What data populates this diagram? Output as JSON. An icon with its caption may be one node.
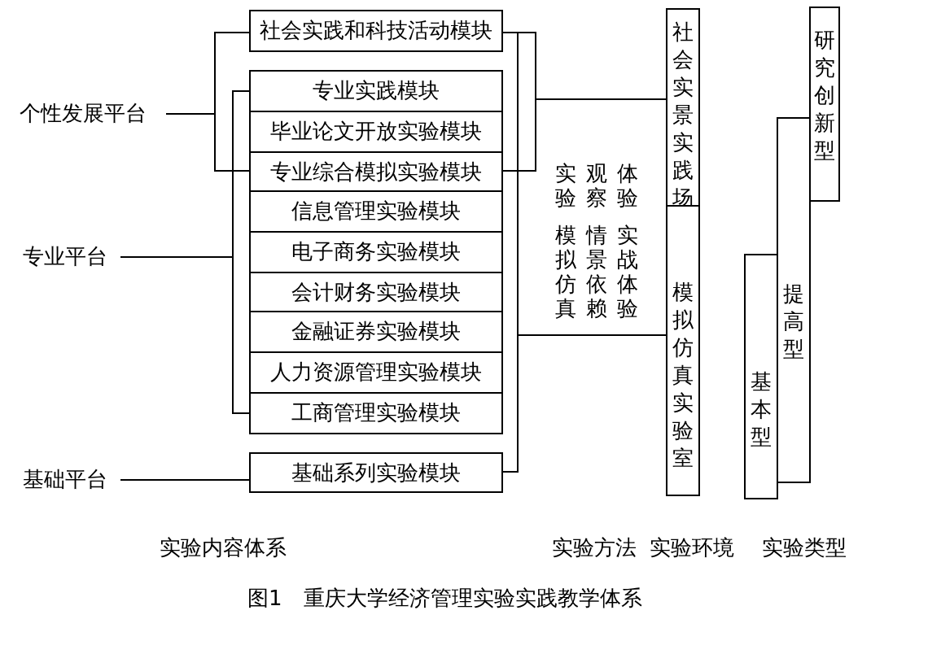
{
  "diagram": {
    "caption": "图1　重庆大学经济管理实验实践教学体系",
    "nodes": [
      {
        "text": [
          "个性发展平台"
        ]
      },
      {
        "text": [
          "专业平台"
        ]
      },
      {
        "text": [
          "基础平台"
        ]
      },
      {
        "text": [
          "社会实践和科技活动模块"
        ]
      },
      {
        "text": [],
        "shape": "box"
      },
      {
        "text": [
          "专业实践模块"
        ],
        "in": 4
      },
      {
        "text": [
          "毕业论文开放实验模块"
        ],
        "in": 4
      },
      {
        "text": [
          "专业综合模拟实验模块"
        ],
        "in": 4
      },
      {
        "text": [
          "信息管理实验模块"
        ],
        "in": 4
      },
      {
        "text": [
          "电子商务实验模块"
        ],
        "in": 4
      },
      {
        "text": [
          "会计财务实验模块"
        ],
        "in": 4
      },
      {
        "text": [
          "金融证券实验模块"
        ],
        "in": 4
      },
      {
        "text": [
          "人力资源管理实验模块"
        ],
        "in": 4
      },
      {
        "text": [
          "工商管理实验模块"
        ],
        "in": 4
      },
      {
        "text": [
          "基础系列实验模块"
        ]
      },
      {
        "text": [
          "社会实景实践场"
        ]
      },
      {
        "text": [
          "模拟仿真实验室"
        ]
      },
      {
        "text": [
          "研究创新型"
        ]
      },
      {
        "text": [
          "提高型"
        ]
      },
      {
        "text": [
          "基本型"
        ]
      }
    ],
    "edges": [
      {
        "from": 0,
        "to": 3,
        "arrow": "none"
      },
      {
        "from": 0,
        "to": 7,
        "arrow": "none"
      },
      {
        "from": 1,
        "to": 5,
        "arrow": "none"
      },
      {
        "from": 1,
        "to": 13,
        "arrow": "none"
      },
      {
        "from": 2,
        "to": 14,
        "arrow": "none"
      },
      {
        "from": 3,
        "to": 15,
        "arrow": "none"
      },
      {
        "from": 7,
        "to": 15,
        "arrow": "none"
      },
      {
        "from": 3,
        "to": 16,
        "arrow": "none"
      },
      {
        "from": 14,
        "to": 16,
        "arrow": "none"
      }
    ],
    "labels": [
      "实验",
      "观察",
      "体验",
      "模拟仿真",
      "情景依赖",
      "实战体验",
      "实验内容体系",
      "实验方法",
      "实验环境",
      "实验类型"
    ]
  }
}
